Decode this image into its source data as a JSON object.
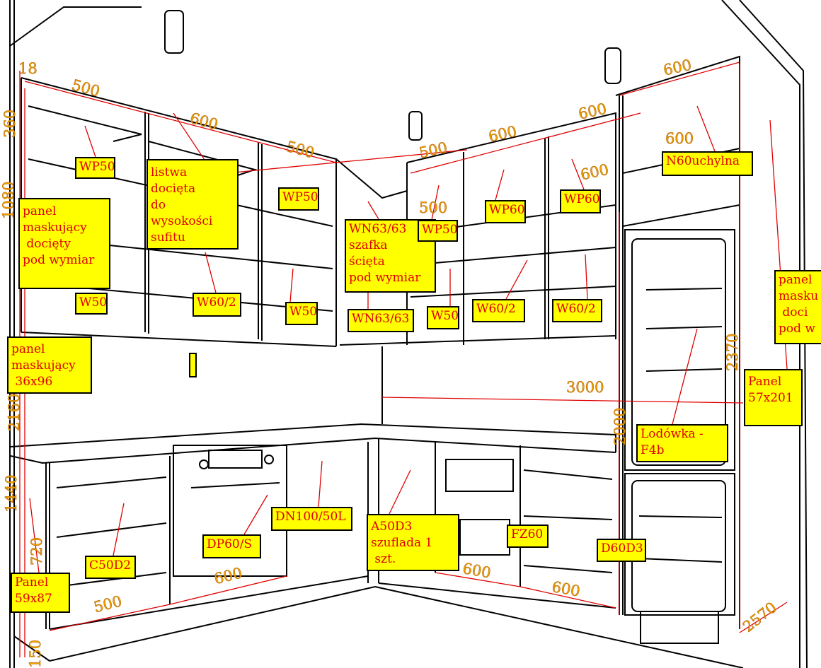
{
  "labels": {
    "wp50_a": "WP50",
    "listwa": "listwa\ndocięta\ndo\nwysokości\nsufitu",
    "panel_mask_left": "panel\nmaskujący\n docięty\npod wymiar",
    "w50_a": "W50",
    "w60_2_a": "W60/2",
    "wp50_b": "WP50",
    "w50_b": "W50",
    "wn63_szafka": "WN63/63\nszafka\nścięta\npod wymiar",
    "wp50_c": "WP50",
    "wn63": "WN63/63",
    "w50_c": "W50",
    "wp60_a": "WP60",
    "wp60_b": "WP60",
    "w60_2_b": "W60/2",
    "w60_2_c": "W60/2",
    "n60": "N60uchylna",
    "panel_mask_right": "panel\nmasku\n doci\npod w",
    "panel_57": "Panel\n57x201",
    "lodowka": "Lodówka -\nF4b",
    "panel_36": "panel\nmaskujący\n 36x96",
    "panel_59": "Panel\n59x87",
    "c50d2": "C50D2",
    "dp60s": "DP60/S",
    "dn100": "DN100/50L",
    "a50d3": "A50D3\nszuflada 1\n szt.",
    "fz60": "FZ60",
    "d60d3": "D60D3"
  },
  "dimensions": {
    "d18": "18",
    "d360": "360",
    "d1080": "1080",
    "d500_a": "500",
    "d600_a": "600",
    "d500_b": "500",
    "d500_c": "500",
    "d600_b": "600",
    "d600_c": "600",
    "d600_d": "600",
    "d600_e": "600",
    "d600_f": "600",
    "d500_d": "500",
    "d3000": "3000",
    "d2000": "2000",
    "d2370": "2370",
    "d2160": "2160",
    "d1440": "1440",
    "d720": "720",
    "d150": "150",
    "d500_e": "500",
    "d600_g": "600",
    "d600_h": "600",
    "d600_i": "600",
    "d2570": "2570"
  },
  "colors": {
    "label_bg": "#ffff00",
    "label_text": "#e00000",
    "dimension": "#f0a000",
    "leader": "#e00000"
  }
}
